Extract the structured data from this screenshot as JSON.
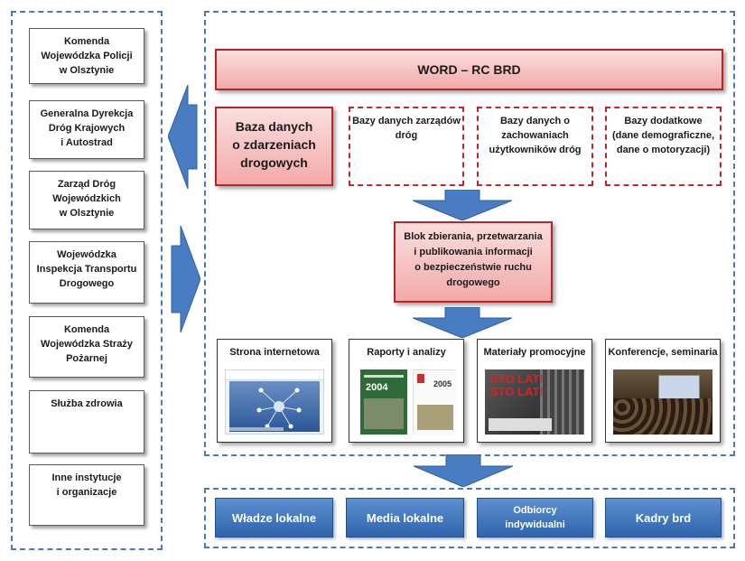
{
  "institutions": [
    {
      "label": "Komenda\nWojewódzka Policji\nw Olsztynie"
    },
    {
      "label": "Generalna Dyrekcja\nDróg Krajowych\ni Autostrad"
    },
    {
      "label": "Zarząd Dróg\nWojewódzkich\nw Olsztynie"
    },
    {
      "label": "Wojewódzka\nInspekcja Transportu\nDrogowego"
    },
    {
      "label": "Komenda\nWojewódzka Straży\nPożarnej"
    },
    {
      "label": "Służba zdrowia"
    },
    {
      "label": "Inne instytucje\ni organizacje"
    }
  ],
  "word_title": "WORD – RC BRD",
  "main_db": "Baza danych\no zdarzeniach\ndrogowych",
  "dashed_dbs": [
    {
      "label": "Bazy danych zarządów\ndróg"
    },
    {
      "label": "Bazy danych o\nzachowaniach\nużytkowników dróg"
    },
    {
      "label": "Bazy dodatkowe\n(dane demograficzne,\ndane o motoryzacji)"
    }
  ],
  "processing_block": "Blok zbierania, przetwarzania\ni publikowania informacji\no bezpieczeństwie ruchu\ndrogowego",
  "outputs": [
    {
      "title": "Strona internetowa"
    },
    {
      "title": "Raporty i analizy",
      "thumb_text_1": "2004",
      "thumb_text_2": "2005"
    },
    {
      "title": "Materiały promocyjne",
      "thumb_text_1": "STO LAT!\nSTO LAT!"
    },
    {
      "title": "Konferencje, seminaria"
    }
  ],
  "audiences": [
    {
      "label": "Władze lokalne"
    },
    {
      "label": "Media lokalne"
    },
    {
      "label": "Odbiorcy\nindywidualni"
    },
    {
      "label": "Kadry brd"
    }
  ],
  "colors": {
    "blue_dash": "#4a78b8",
    "arrow_blue": "#4a7cc4",
    "red_border": "#b8242a",
    "pink_fill": "#f2a9a9",
    "audience_blue": "#3a6fb8"
  }
}
